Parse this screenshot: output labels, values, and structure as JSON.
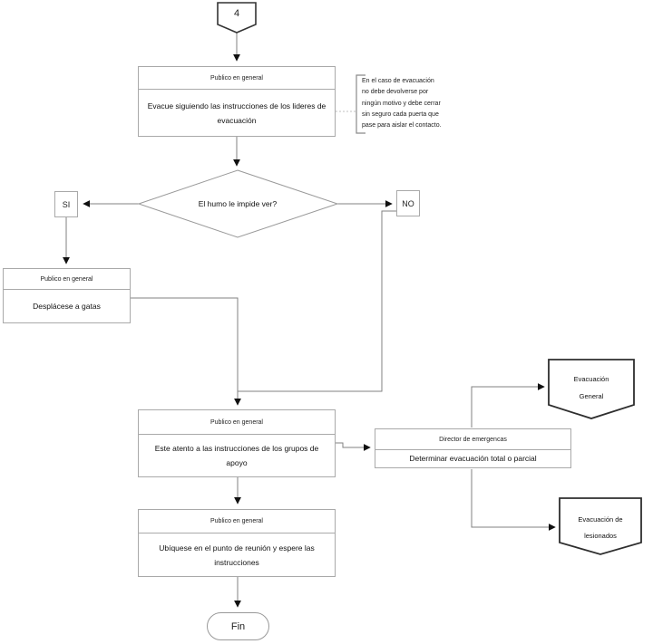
{
  "flowchart": {
    "start_connector": {
      "label": "4"
    },
    "steps": {
      "evacue": {
        "header": "Publico en general",
        "body": "Evacue siguiendo las instrucciones de los lideres de evacuación"
      },
      "desplacese": {
        "header": "Publico en general",
        "body": "Desplácese a gatas"
      },
      "este_atento": {
        "header": "Publico en general",
        "body": "Este atento a las instrucciones de los grupos de apoyo"
      },
      "director": {
        "header": "Director de emergencas",
        "body": "Determinar evacuación total o parcial"
      },
      "ubiquese": {
        "header": "Publico en general",
        "body": "Ubíquese en el punto de reunión y espere las instrucciones"
      }
    },
    "decision": {
      "label": "El humo le impide ver?",
      "yes_label": "SI",
      "no_label": "NO"
    },
    "note": {
      "lines": [
        "En el caso de evacuación",
        "no debe devolverse por",
        "ningún motivo y debe cerrar",
        "sin seguro cada puerta que",
        "pase para aislar el contacto."
      ]
    },
    "outputs": {
      "general": {
        "line1": "Evacuación",
        "line2": "General"
      },
      "lesionados": {
        "line1": "Evacuación de",
        "line2": "lesionados"
      }
    },
    "terminator": {
      "label": "Fin"
    },
    "colors": {
      "box_border": "#a9a9a9",
      "wire": "#808080",
      "arrowhead": "#111111",
      "offpage_border": "#2e2e2e",
      "text": "#1a1a1a"
    }
  }
}
